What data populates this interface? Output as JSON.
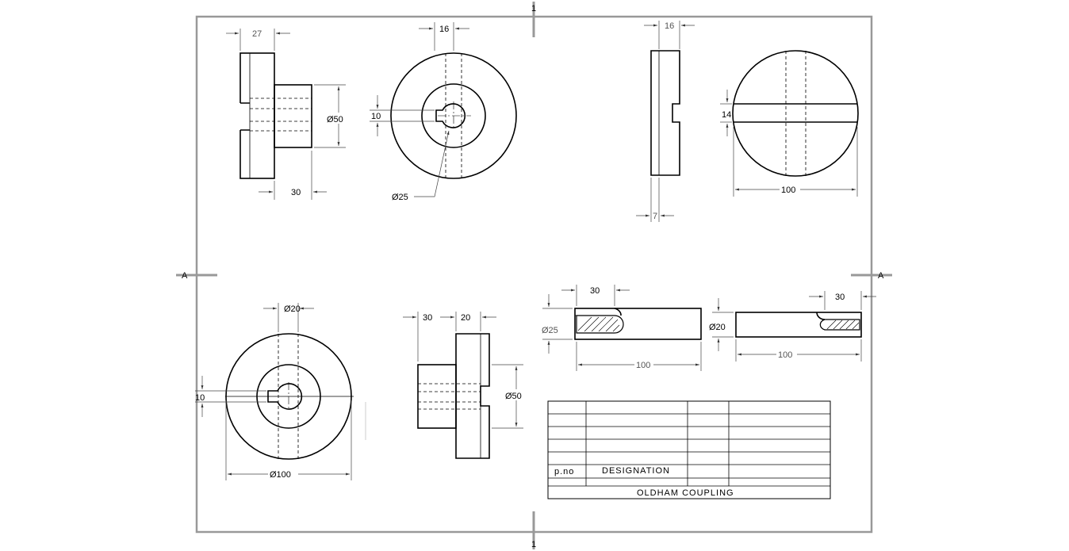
{
  "zone_marks": {
    "top": "1",
    "bottom": "1",
    "left": "A",
    "right": "A"
  },
  "view_hub_side": {
    "dim_top": "27",
    "dim_bottom": "30",
    "dim_dia": "Ø50"
  },
  "view_hub_front": {
    "dim_top": "16",
    "dim_left": "10",
    "dim_dia": "Ø25"
  },
  "view_disc_side": {
    "dim_top": "16",
    "dim_bottom": "7"
  },
  "view_disc_front": {
    "dim_left": "14",
    "dim_bottom": "100"
  },
  "view_flange_front": {
    "dim_top": "Ø20",
    "dim_left": "10",
    "dim_bottom": "Ø100"
  },
  "view_flange_side": {
    "dim_top_left": "30",
    "dim_top_right": "20",
    "dim_dia": "Ø50"
  },
  "shaft_1": {
    "dim_top": "30",
    "dim_dia": "Ø25",
    "dim_bottom": "100"
  },
  "shaft_2": {
    "dim_top": "30",
    "dim_dia": "Ø20",
    "dim_bottom": "100"
  },
  "title_block": {
    "col_part_no": "p.no",
    "col_designation": "DESIGNATION",
    "title": "OLDHAM COUPLING"
  }
}
